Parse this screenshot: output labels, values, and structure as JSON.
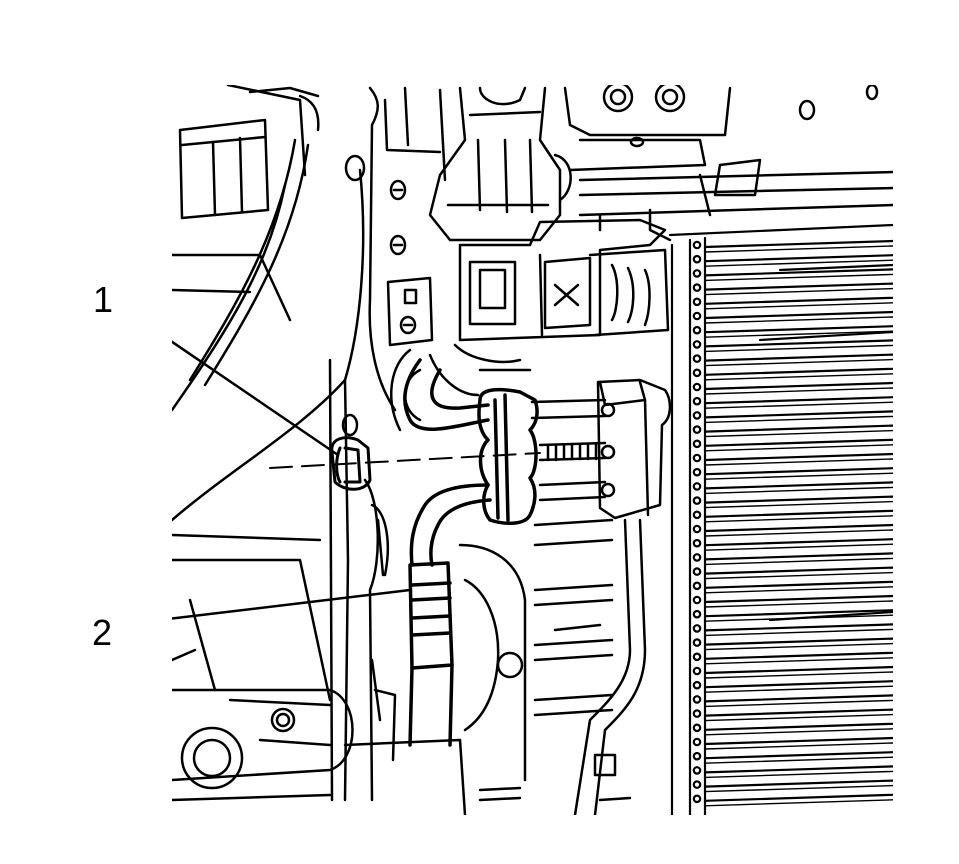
{
  "callouts": [
    {
      "label": "1",
      "part": "nut"
    },
    {
      "label": "2",
      "part": "hose"
    }
  ],
  "colors": {
    "line": "#000000",
    "background": "#ffffff"
  }
}
